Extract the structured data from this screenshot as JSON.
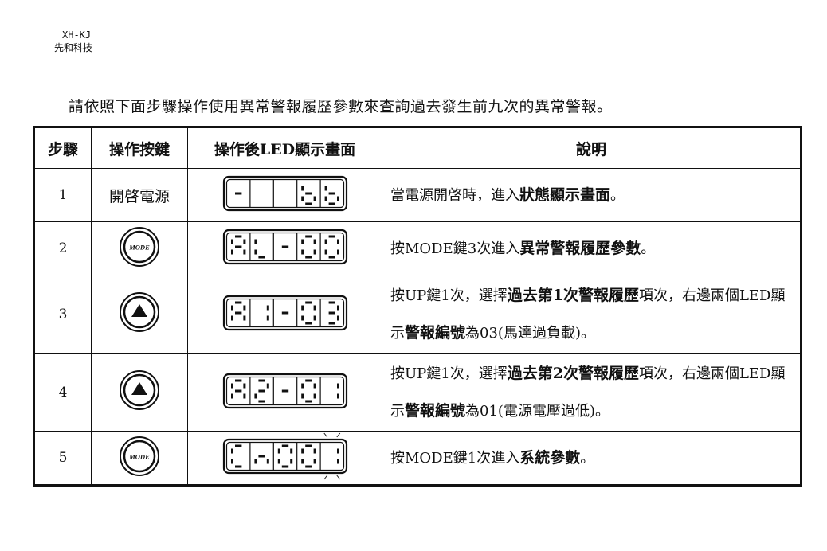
{
  "header": {
    "line1": "XH-KJ",
    "line2": "先和科技"
  },
  "intro": "請依照下面步驟操作使用異常警報履歷參數來查詢過去發生前九次的異常警報。",
  "table": {
    "headers": [
      "步驟",
      "操作按鍵",
      "操作後LED顯示畫面",
      "說明"
    ],
    "rows": [
      {
        "step": "1",
        "key_text": "開啓電源",
        "led": [
          "-",
          "",
          "",
          "b",
          "b"
        ],
        "desc": [
          {
            "t": "當電源開啓時，進入"
          },
          {
            "t": "狀態顯示畫面",
            "b": true
          },
          {
            "t": "。"
          }
        ]
      },
      {
        "step": "2",
        "key_icon": "mode-button-icon",
        "key_label": "MODE",
        "led": [
          "A",
          "L",
          "-",
          "0",
          "0"
        ],
        "desc": [
          {
            "t": "按MODE鍵3次進入"
          },
          {
            "t": "異常警報履歷參數",
            "b": true
          },
          {
            "t": "。"
          }
        ]
      },
      {
        "step": "3",
        "key_icon": "up-arrow-button-icon",
        "led": [
          "A",
          "1",
          "-",
          "0",
          "3"
        ],
        "desc": [
          {
            "t": "按UP鍵1次，選擇"
          },
          {
            "t": "過去第1次警報履歷",
            "b": true
          },
          {
            "t": "項次，右邊兩個LED顯示"
          },
          {
            "t": "警報編號",
            "b": true
          },
          {
            "t": "為03(馬達過負載)。"
          }
        ]
      },
      {
        "step": "4",
        "key_icon": "up-arrow-button-icon",
        "led": [
          "A",
          "2",
          "-",
          "0",
          "1"
        ],
        "desc": [
          {
            "t": "按UP鍵1次，選擇"
          },
          {
            "t": "過去第2次警報履歷",
            "b": true
          },
          {
            "t": "項次，右邊兩個LED顯示"
          },
          {
            "t": "警報編號",
            "b": true
          },
          {
            "t": "為01(電源電壓過低)。"
          }
        ]
      },
      {
        "step": "5",
        "key_icon": "mode-button-icon",
        "key_label": "MODE",
        "led": [
          "C",
          "n",
          "0",
          "0",
          "1"
        ],
        "desc": [
          {
            "t": "按MODE鍵1次進入"
          },
          {
            "t": "系統參數",
            "b": true
          },
          {
            "t": "。"
          }
        ]
      }
    ]
  }
}
